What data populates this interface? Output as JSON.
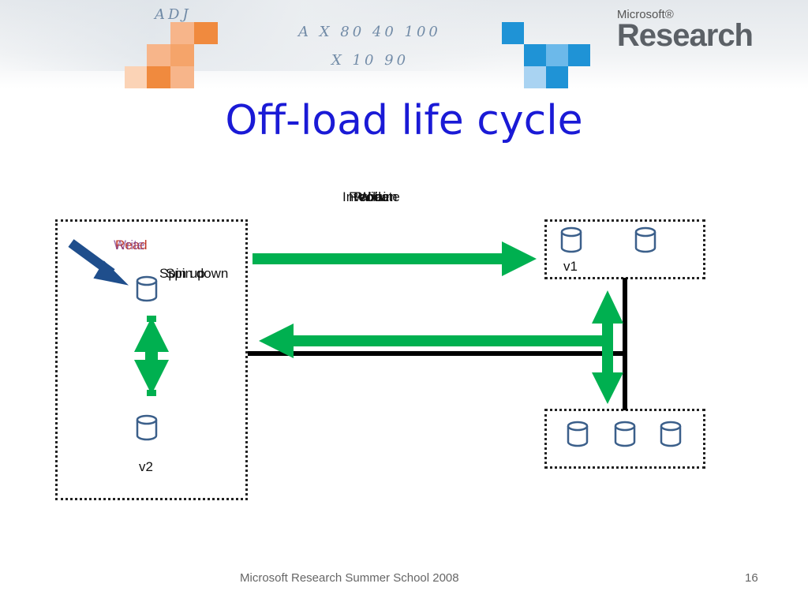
{
  "header": {
    "handwriting_1": "A X 80 40 100",
    "handwriting_2": "X 10 90",
    "handwriting_3": "ADJ",
    "logo_small": "Microsoft®",
    "logo_big": "Research"
  },
  "slide": {
    "title": "Off-load life cycle"
  },
  "diagram": {
    "overlapping_top_labels": [
      "Invalidate",
      "Reclaim",
      "Probe",
      "Write"
    ],
    "overlapping_read_write_labels": [
      "Read",
      "Write"
    ],
    "overlapping_spin_labels": [
      "Spin down",
      "Spin up"
    ],
    "v1_label": "v1",
    "v2_label": "v2"
  },
  "footer": {
    "text": "Microsoft Research Summer School 2008",
    "page_number": "16"
  },
  "colors": {
    "title": "#1a1ad6",
    "arrow_green": "#00b050",
    "arrow_blue": "#1f4e8c",
    "disk_stroke": "#3b5f8a",
    "read_label": "#c0392b",
    "write_label": "#7a3b8f"
  }
}
